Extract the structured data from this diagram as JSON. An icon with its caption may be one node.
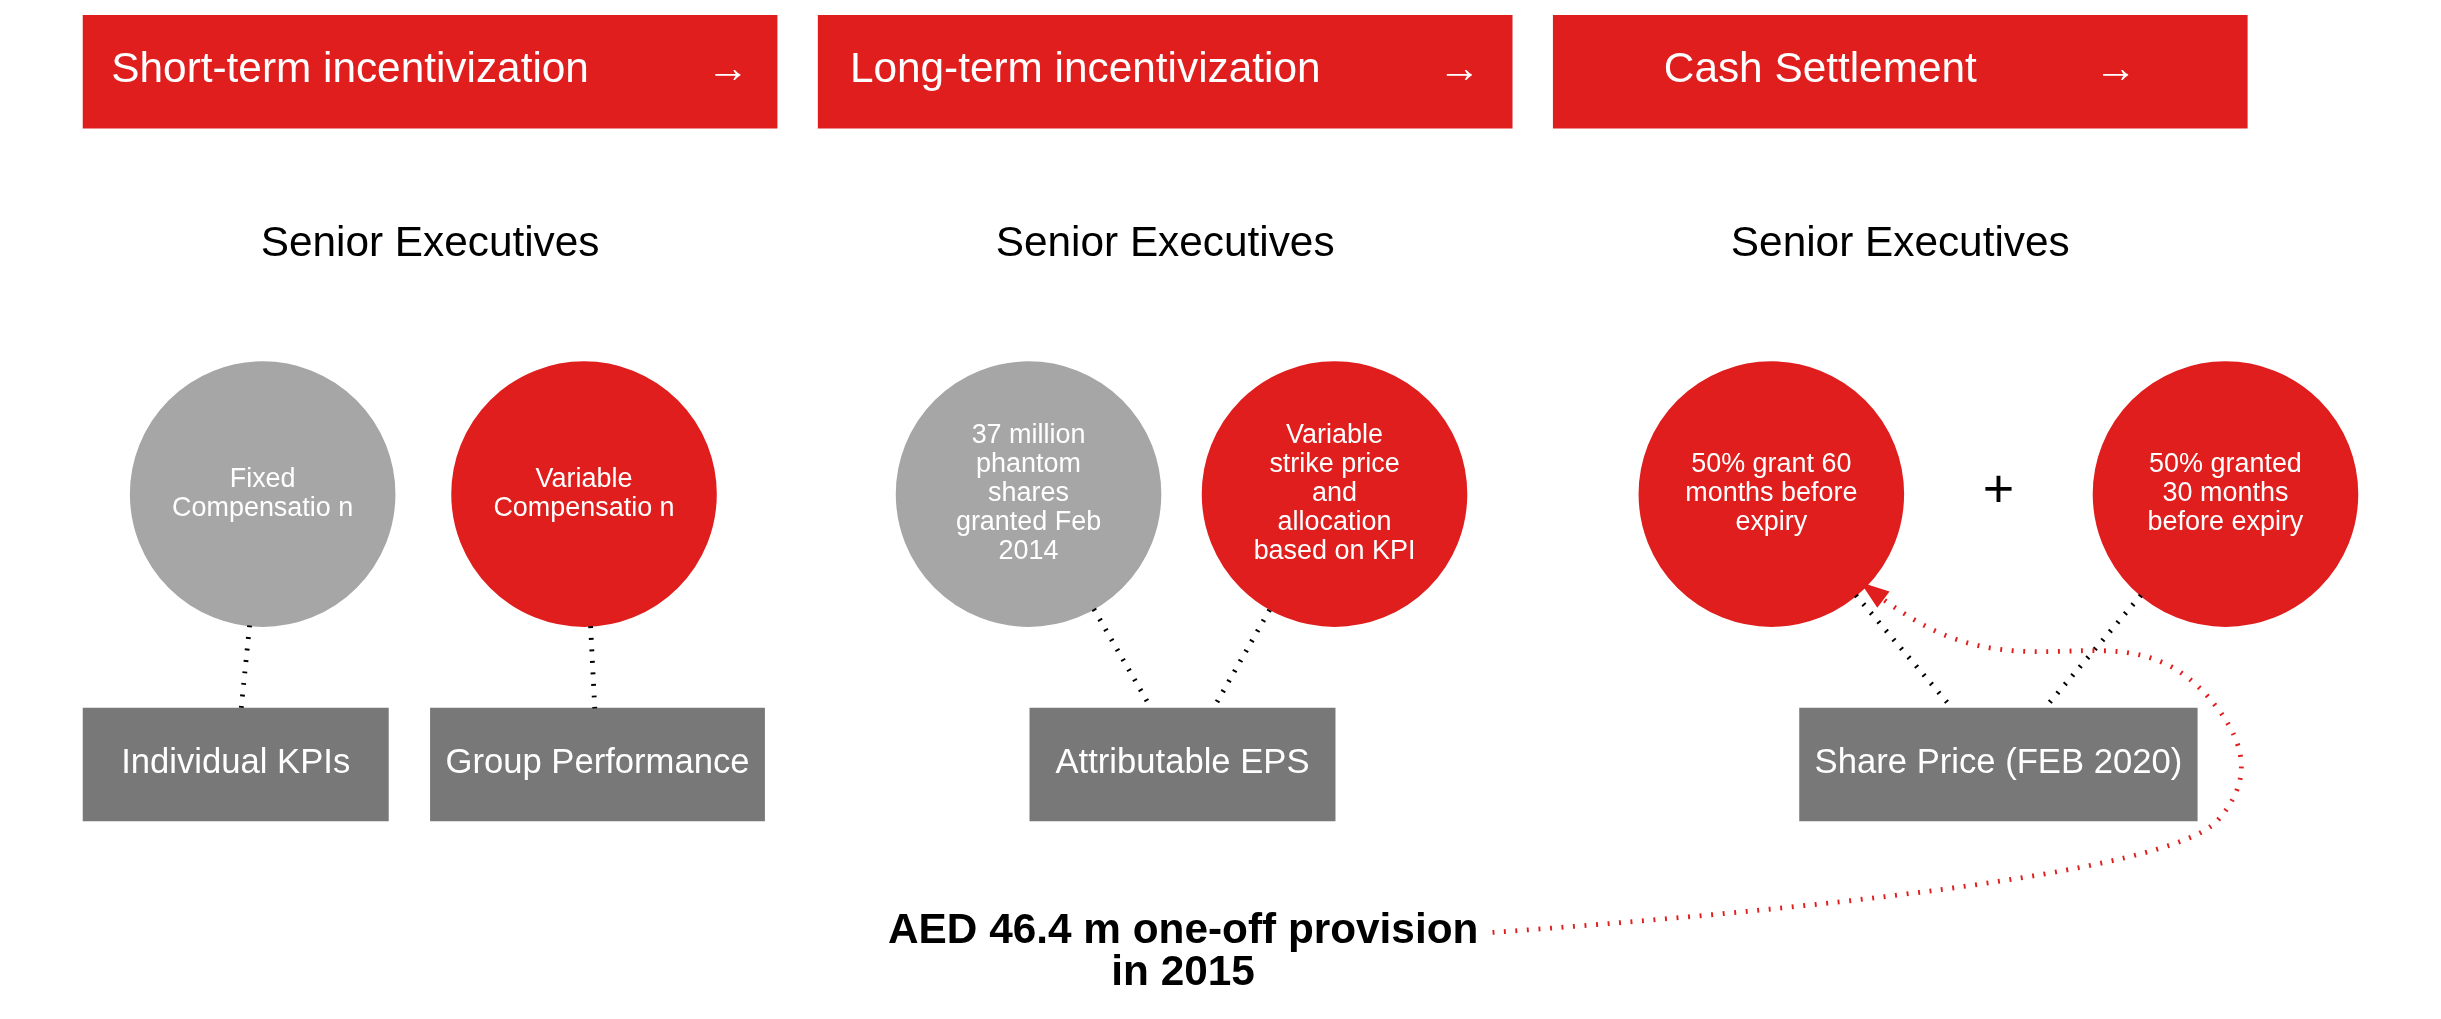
{
  "diagram": {
    "nodes": [
      {
        "text": [
          "Short-term incentivization",
          "→"
        ]
      },
      {
        "text": [
          "Long-term incentivization",
          "→"
        ]
      },
      {
        "text": [
          "Cash Settlement",
          "→"
        ]
      },
      {
        "text": [
          "Fixed Compensatio n"
        ]
      },
      {
        "text": [
          "Variable Compensatio n"
        ]
      },
      {
        "text": [
          "Individual KPIs"
        ]
      },
      {
        "text": [
          "Group Performance"
        ]
      },
      {
        "text": [
          "37 million phantom shares granted Feb 2014"
        ]
      },
      {
        "text": [
          "Variable strike price and allocation based on KPI"
        ]
      },
      {
        "text": [
          "Attributable EPS"
        ]
      },
      {
        "text": [
          "50% grant 60 months before expiry"
        ]
      },
      {
        "text": [
          "50% granted 30 months before expiry"
        ]
      },
      {
        "text": [
          "Share Price (FEB 2020)"
        ]
      },
      {
        "text": [
          "AED 46.4 m one-off provision in 2015"
        ]
      }
    ],
    "edges": [
      {
        "from": 3,
        "to": 5,
        "arrow": "none"
      },
      {
        "from": 4,
        "to": 6,
        "arrow": "none"
      },
      {
        "from": 7,
        "to": 9,
        "arrow": "none"
      },
      {
        "from": 8,
        "to": 9,
        "arrow": "none"
      },
      {
        "from": 10,
        "to": 12,
        "arrow": "none"
      },
      {
        "from": 11,
        "to": 12,
        "arrow": "none"
      },
      {
        "from": 13,
        "to": 10,
        "arrow": "to",
        "color": "#e01e1e"
      }
    ],
    "labels": [
      "Senior Executives",
      "Senior Executives",
      "Senior Executives",
      "+"
    ]
  }
}
